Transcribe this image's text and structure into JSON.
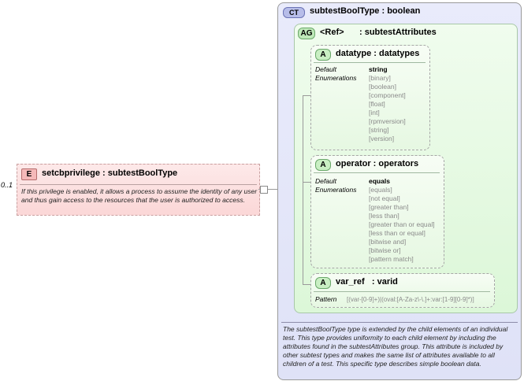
{
  "element": {
    "cardinality": "0..1",
    "badge": "E",
    "title": "setcbprivilege : subtestBoolType",
    "doc": "If this privilege is enabled, it allows a process to assume the identity of any user and thus gain access to the resources that the user is authorized to access."
  },
  "complex_type": {
    "badge": "CT",
    "title": "subtestBoolType : boolean",
    "doc": "The subtestBoolType type is extended by the child elements of an individual test.  This type provides uniformity to each child element by including the attributes found in the subtestAttributes group.  This attribute is included by other subtest types and makes the same list of attributes available to all children of a test.  This specific type describes simple boolean data."
  },
  "attribute_group": {
    "badge": "AG",
    "ref": "<Ref>",
    "title": ": subtestAttributes"
  },
  "attributes": [
    {
      "badge": "A",
      "title": "datatype : datatypes",
      "labels": [
        "Default",
        "Enumerations"
      ],
      "default": "string",
      "enumerations": [
        "[binary]",
        "[boolean]",
        "[component]",
        "[float]",
        "[int]",
        "[rpmversion]",
        "[string]",
        "[version]"
      ]
    },
    {
      "badge": "A",
      "title": "operator : operators",
      "labels": [
        "Default",
        "Enumerations"
      ],
      "default": "equals",
      "enumerations": [
        "[equals]",
        "[not equal]",
        "[greater than]",
        "[less than]",
        "[greater than or equal]",
        "[less than or equal]",
        "[bitwise and]",
        "[bitwise or]",
        "[pattern match]"
      ]
    },
    {
      "badge": "A",
      "title": "var_ref   : varid",
      "labels": [
        "Pattern"
      ],
      "pattern": "[(var-[0-9]+)|(oval:[A-Za-z\\-\\.]+:var:[1-9][0-9]*)]"
    }
  ]
}
